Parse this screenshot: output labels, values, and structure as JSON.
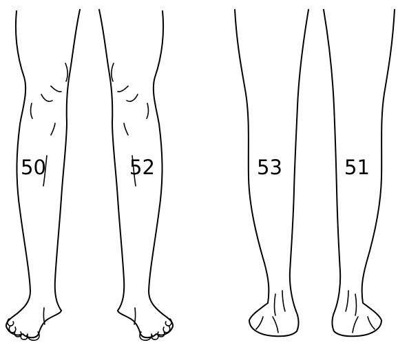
{
  "regions": {
    "front_right_lower_leg": "50",
    "front_left_lower_leg": "52",
    "back_left_lower_leg": "53",
    "back_right_lower_leg": "51"
  },
  "colors": {
    "line": "#000000",
    "background": "#ffffff"
  }
}
